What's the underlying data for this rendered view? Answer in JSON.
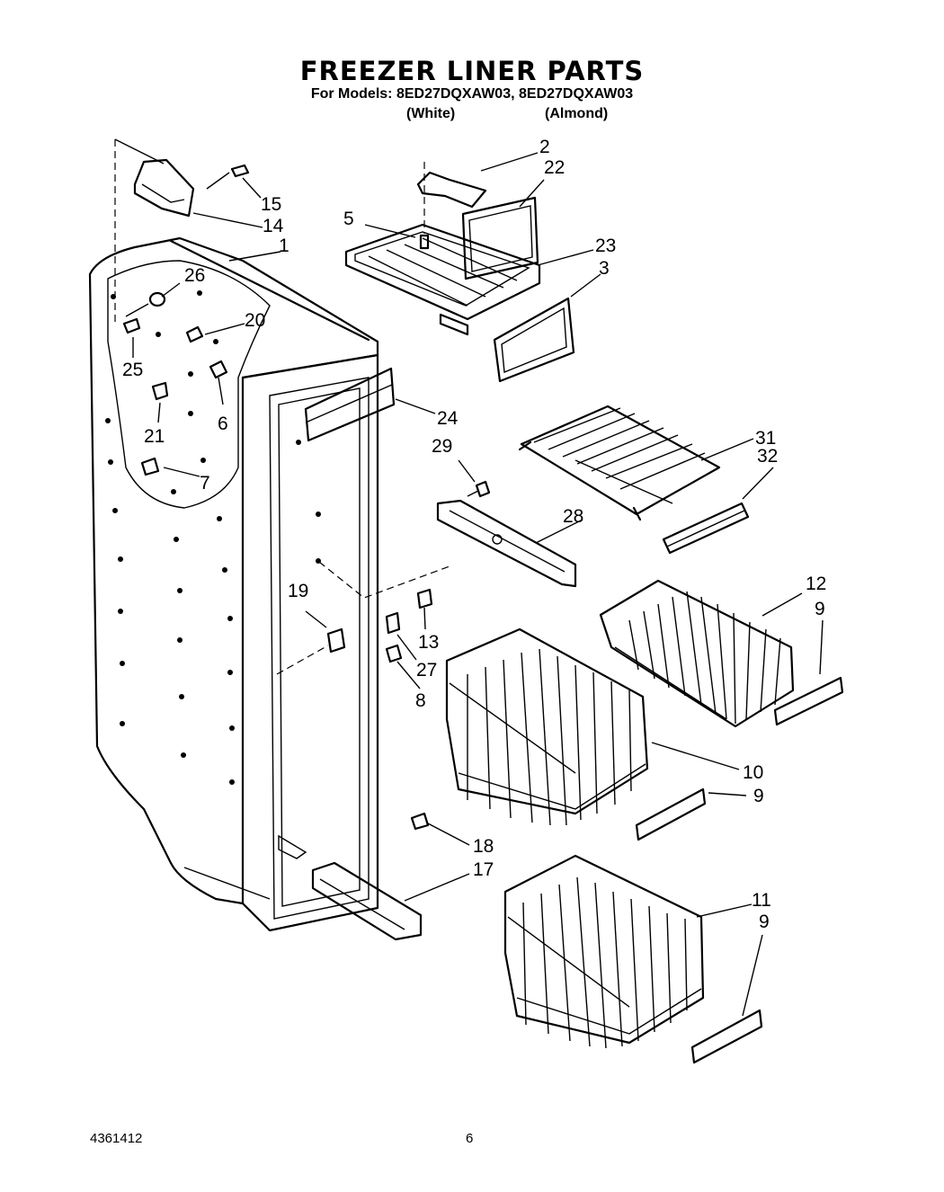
{
  "header": {
    "title": "FREEZER LINER PARTS",
    "models_line": "For Models: 8ED27DQXAW03, 8ED27DQXAW03",
    "color_white": "(White)",
    "color_almond": "(Almond)"
  },
  "callouts": {
    "c1": "1",
    "c2": "2",
    "c3": "3",
    "c5": "5",
    "c6": "6",
    "c7": "7",
    "c8": "8",
    "c9a": "9",
    "c9b": "9",
    "c9c": "9",
    "c10": "10",
    "c11": "11",
    "c12": "12",
    "c13": "13",
    "c14": "14",
    "c15": "15",
    "c17": "17",
    "c18": "18",
    "c19": "19",
    "c20": "20",
    "c21": "21",
    "c22": "22",
    "c23": "23",
    "c24": "24",
    "c25": "25",
    "c26": "26",
    "c27": "27",
    "c28": "28",
    "c29": "29",
    "c31": "31",
    "c32": "32"
  },
  "footer": {
    "doc_number": "4361412",
    "page_number": "6"
  }
}
